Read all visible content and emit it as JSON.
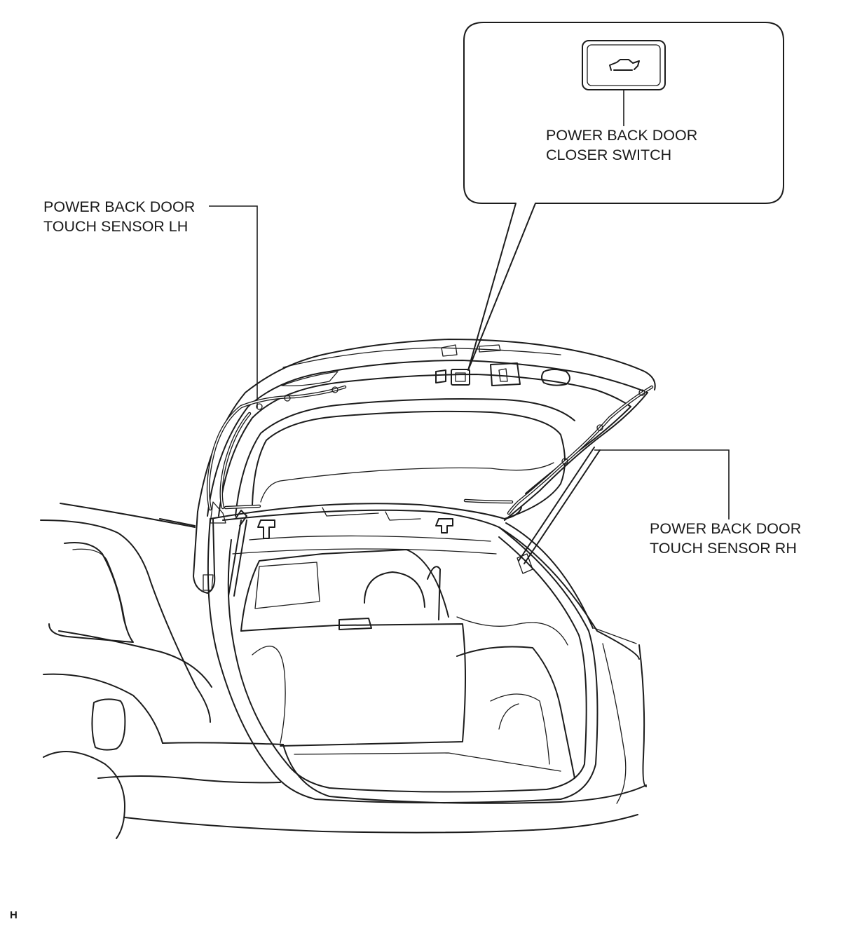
{
  "labels": {
    "touch_sensor_lh": [
      "POWER BACK DOOR",
      "TOUCH SENSOR LH"
    ],
    "touch_sensor_rh": [
      "POWER BACK DOOR",
      "TOUCH SENSOR RH"
    ],
    "closer_switch": [
      "POWER BACK DOOR",
      "CLOSER SWITCH"
    ]
  },
  "footer": {
    "code": "H"
  },
  "colors": {
    "line": "#1c1c1c",
    "background": "#ffffff"
  },
  "icons": {
    "switch_symbol": "car-back-door-icon"
  }
}
